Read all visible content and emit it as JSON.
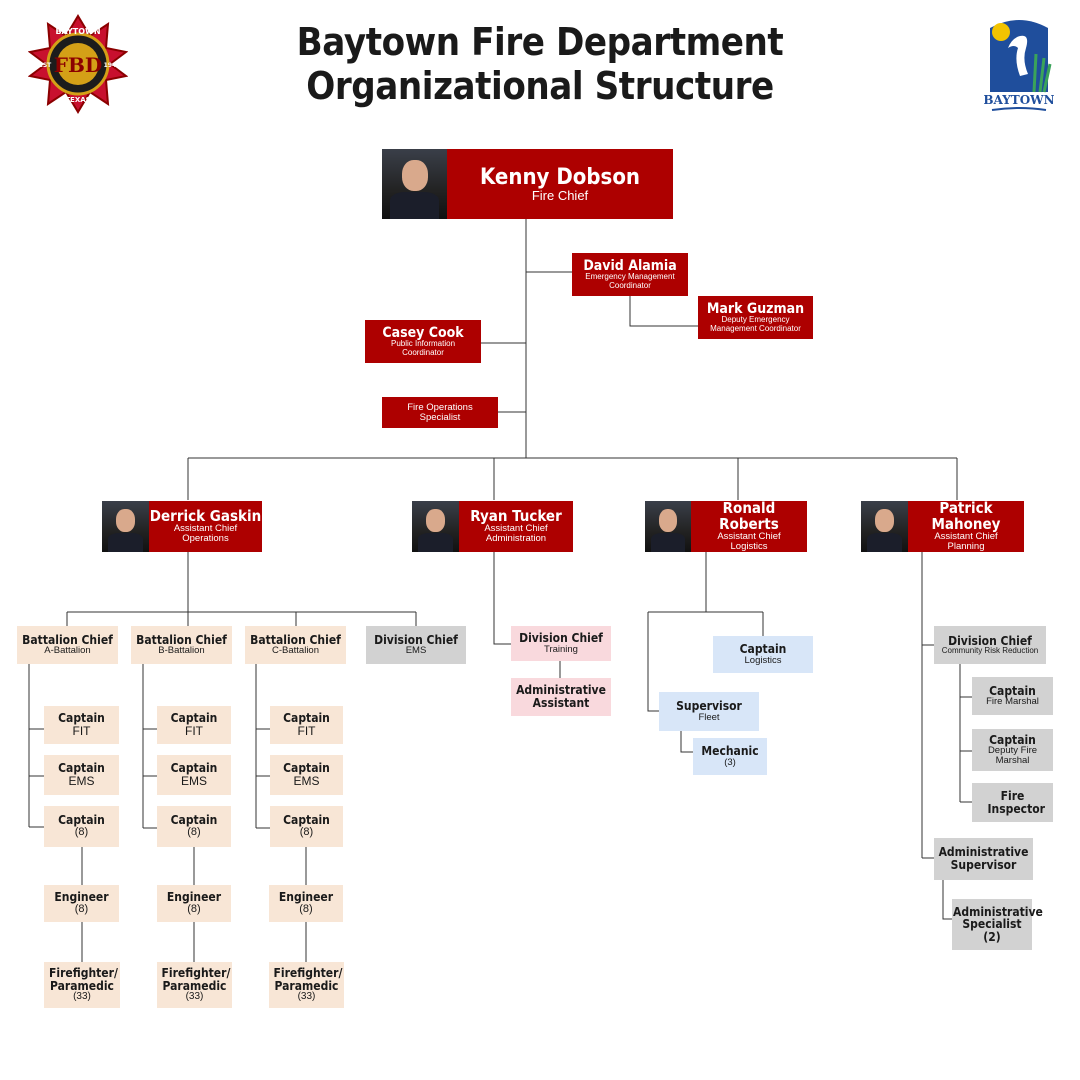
{
  "header": {
    "title_line1": "Baytown Fire Department",
    "title_line2": "Organizational Structure"
  },
  "logos": {
    "left_text_top": "BAYTOWN",
    "left_letters": "FBD",
    "left_est": "EST",
    "left_year": "1948",
    "left_text_bottom": "TEXAS",
    "right_text": "BAYTOWN"
  },
  "colors": {
    "red": "#ad0000",
    "tan": "#f8e6d6",
    "pink": "#f9d9dd",
    "blue": "#d8e6f8",
    "grey": "#d2d2d2"
  },
  "chief": {
    "name": "Kenny Dobson",
    "title": "Fire Chief"
  },
  "staff": {
    "alamia": {
      "name": "David Alamia",
      "title": "Emergency Management Coordinator"
    },
    "guzman": {
      "name": "Mark Guzman",
      "title": "Deputy Emergency Management Coordinator"
    },
    "cook": {
      "name": "Casey Cook",
      "title": "Public Information Coordinator"
    },
    "fops": {
      "title": "Fire Operations Specialist"
    }
  },
  "assistant_chiefs": {
    "gaskin": {
      "name": "Derrick Gaskin",
      "title": "Assistant Chief",
      "area": "Operations"
    },
    "tucker": {
      "name": "Ryan Tucker",
      "title": "Assistant Chief",
      "area": "Administration"
    },
    "roberts": {
      "name": "Ronald Roberts",
      "title": "Assistant Chief",
      "area": "Logistics"
    },
    "mahoney": {
      "name": "Patrick Mahoney",
      "title": "Assistant Chief",
      "area": "Planning"
    }
  },
  "operations": {
    "battalions": [
      {
        "title": "Battalion Chief",
        "sub": "A-Battalion"
      },
      {
        "title": "Battalion Chief",
        "sub": "B-Battalion"
      },
      {
        "title": "Battalion Chief",
        "sub": "C-Battalion"
      }
    ],
    "ems_division": {
      "title": "Division Chief",
      "sub": "EMS"
    },
    "captain_fit": {
      "title": "Captain",
      "sub": "FIT"
    },
    "captain_ems": {
      "title": "Captain",
      "sub": "EMS"
    },
    "captain": {
      "title": "Captain",
      "sub": "(8)"
    },
    "engineer": {
      "title": "Engineer",
      "sub": "(8)"
    },
    "firefighter": {
      "title": "Firefighter/ Paramedic",
      "sub": "(33)"
    }
  },
  "administration": {
    "division": {
      "title": "Division Chief",
      "sub": "Training"
    },
    "assistant": {
      "title": "Administrative Assistant"
    }
  },
  "logistics": {
    "captain": {
      "title": "Captain",
      "sub": "Logistics"
    },
    "supervisor": {
      "title": "Supervisor",
      "sub": "Fleet"
    },
    "mechanic": {
      "title": "Mechanic",
      "sub": "(3)"
    }
  },
  "planning": {
    "division": {
      "title": "Division Chief",
      "sub": "Community Risk Reduction"
    },
    "fire_marshal": {
      "title": "Captain",
      "sub": "Fire Marshal"
    },
    "deputy_marshal": {
      "title": "Captain",
      "sub": "Deputy Fire Marshal"
    },
    "inspector": {
      "title": "Fire Inspector"
    },
    "admin_supervisor": {
      "title": "Administrative Supervisor"
    },
    "admin_specialist": {
      "title": "Administrative Specialist",
      "sub": "(2)"
    }
  }
}
